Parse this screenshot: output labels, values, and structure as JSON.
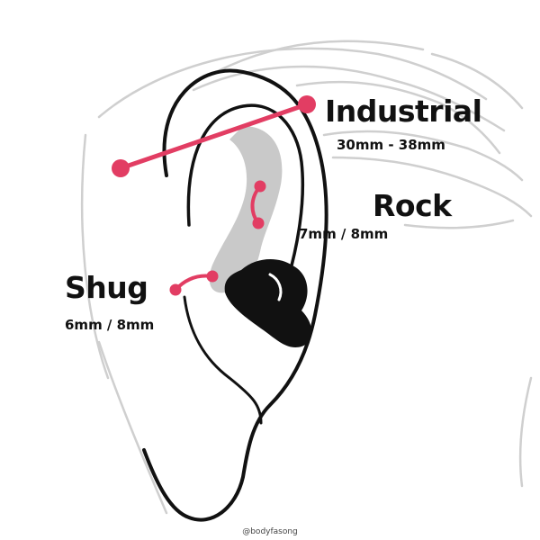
{
  "piercings": [
    {
      "id": "industrial",
      "name": "Industrial",
      "size": "30mm - 38mm"
    },
    {
      "id": "rock",
      "name": "Rock",
      "size": "7mm / 8mm"
    },
    {
      "id": "shug",
      "name": "Shug",
      "size": "6mm / 8mm"
    }
  ],
  "credit": "@bodyfasong",
  "colors": {
    "jewelry": "#e23d63",
    "ear_outline": "#111111",
    "ear_shadow": "#c9c9c9",
    "hair": "#cfcfcf",
    "text": "#111111"
  }
}
